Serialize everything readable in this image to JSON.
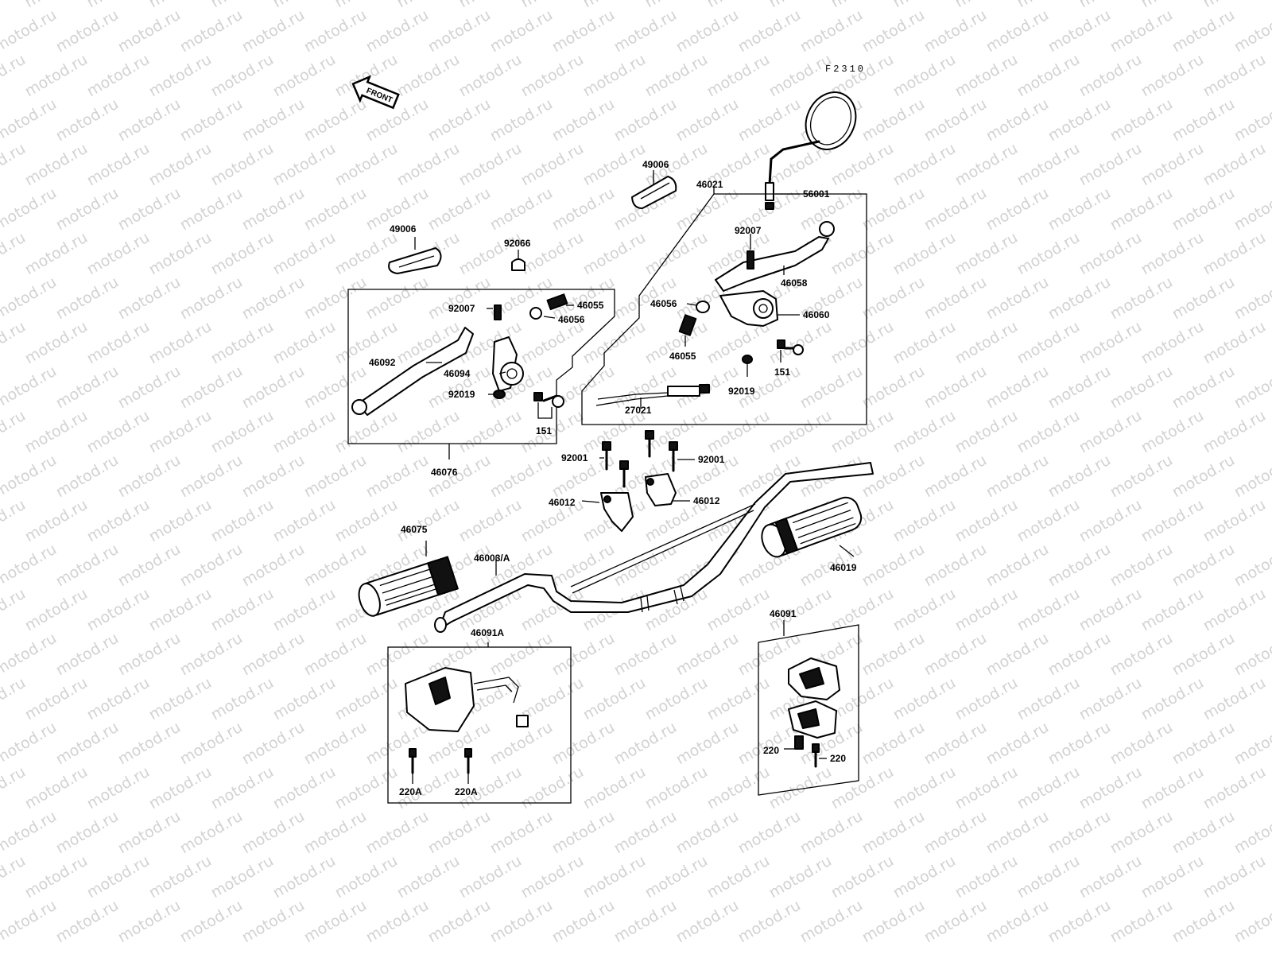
{
  "diagram": {
    "code": "F2310",
    "front_label": "FRONT",
    "watermark": "motod.ru",
    "labels": {
      "l_49006_a": "49006",
      "l_49006_b": "49006",
      "l_46021": "46021",
      "l_56001": "56001",
      "l_92066": "92066",
      "l_92007_a": "92007",
      "l_46055_a": "46055",
      "l_46056_a": "46056",
      "l_46092": "46092",
      "l_46094": "46094",
      "l_92019_a": "92019",
      "l_151_a": "151",
      "l_46076": "46076",
      "l_92007_b": "92007",
      "l_46058": "46058",
      "l_46056_b": "46056",
      "l_46060": "46060",
      "l_46055_b": "46055",
      "l_151_b": "151",
      "l_92019_b": "92019",
      "l_27021": "27021",
      "l_92001_a": "92001",
      "l_92001_b": "92001",
      "l_46012_a": "46012",
      "l_46012_b": "46012",
      "l_46075": "46075",
      "l_46003": "46003/A",
      "l_46019": "46019",
      "l_46091A": "46091A",
      "l_46091": "46091",
      "l_220A_a": "220A",
      "l_220A_b": "220A",
      "l_220_a": "220",
      "l_220_b": "220"
    }
  }
}
